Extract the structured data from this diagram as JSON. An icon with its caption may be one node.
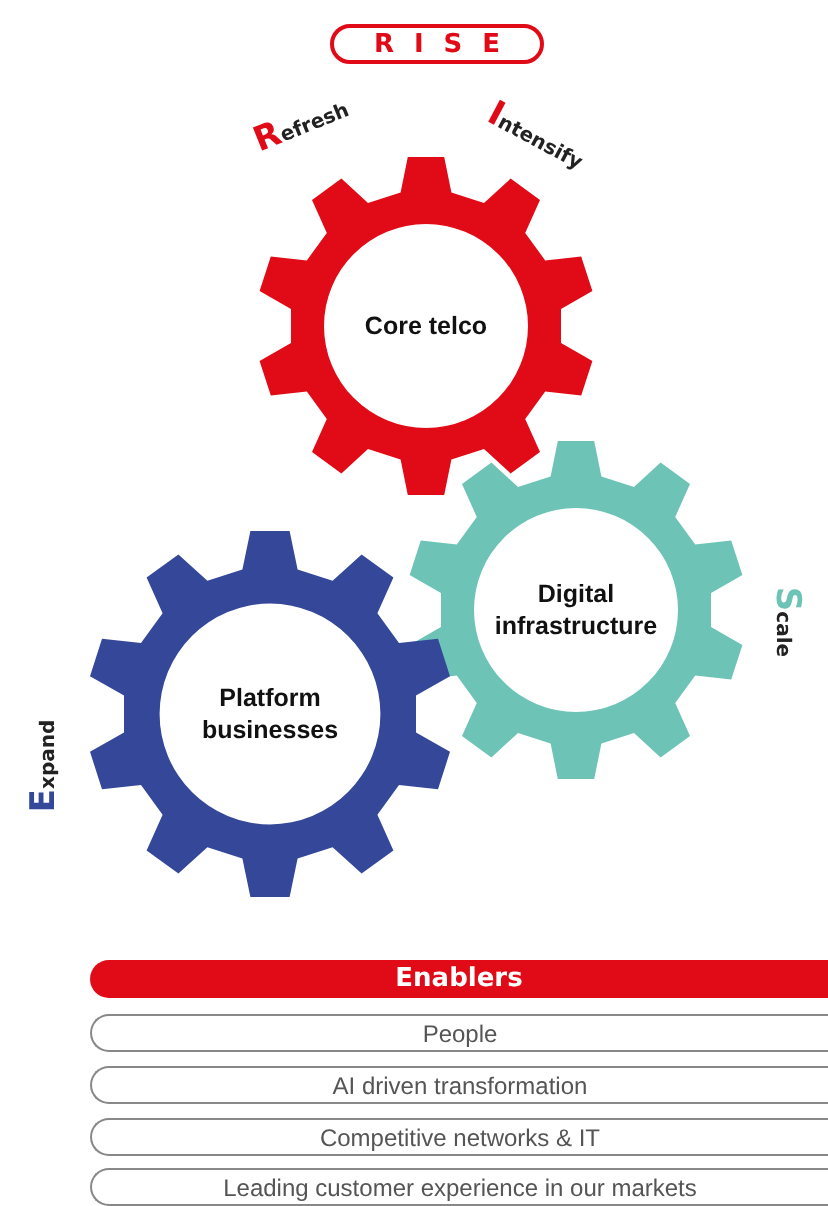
{
  "diagram": {
    "nodes": [
      {
        "text": [
          "RISE"
        ]
      },
      {
        "text": [
          "Core telco"
        ],
        "beside": [
          "Refresh",
          "Intensify"
        ]
      },
      {
        "text": [
          "Digital infrastructure"
        ],
        "beside": [
          "Scale"
        ]
      },
      {
        "text": [
          "Platform businesses"
        ],
        "beside": [
          "Expand"
        ]
      },
      {
        "text": [
          "Enablers"
        ]
      },
      {
        "text": [
          "People"
        ]
      },
      {
        "text": [
          "AI driven transformation"
        ]
      },
      {
        "text": [
          "Competitive networks & IT"
        ]
      },
      {
        "text": [
          "Leading customer experience in our markets"
        ]
      }
    ],
    "edges": []
  }
}
